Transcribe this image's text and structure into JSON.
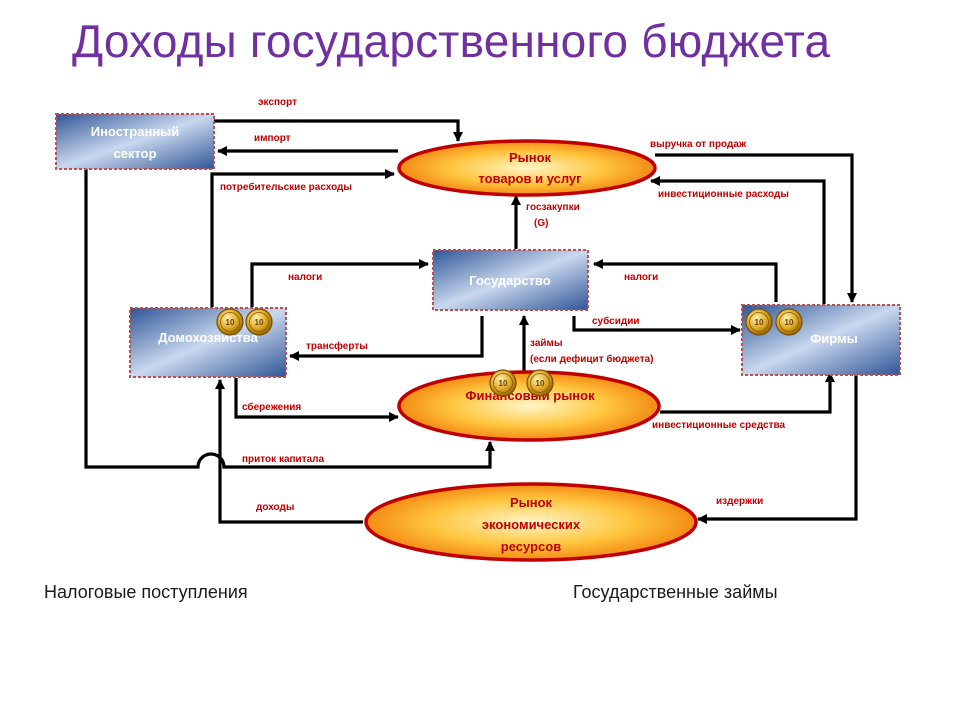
{
  "title": "Доходы государственного бюджета",
  "nodes": {
    "foreign_sector": [
      "Иностранный",
      "сектор"
    ],
    "goods_market": [
      "Рынок",
      "товаров и услуг"
    ],
    "government": "Государство",
    "households": "Домохозяйства",
    "firms": "Фирмы",
    "financial_market": "Финансовый рынок",
    "resource_market": [
      "Рынок",
      "экономических",
      "ресурсов"
    ]
  },
  "flows": {
    "export": "экспорт",
    "import": "импорт",
    "consumer_spending": "потребительские расходы",
    "sales_revenue": "выручка от продаж",
    "investment_spending": "инвестиционные расходы",
    "gov_purchases": [
      "госзакупки",
      "(G)"
    ],
    "taxes_households": "налоги",
    "taxes_firms": "налоги",
    "transfers": "трансферты",
    "subsidies": "субсидии",
    "loans": [
      "займы",
      "(если дефицит бюджета)"
    ],
    "savings": "сбережения",
    "investment_funds": "инвестиционные средства",
    "capital_inflow": "приток капитала",
    "incomes": "доходы",
    "costs": "издержки"
  },
  "coin_text": "10",
  "bottom_notes": {
    "left": "Налоговые поступления",
    "right": "Государственные займы"
  },
  "colors": {
    "title": "#7030a0",
    "flow_label": "#c00000",
    "box_border": "#c0504d",
    "ellipse_border": "#c00000",
    "ellipse_fill": "#f7941d",
    "box_fill": "#4f81bd",
    "arrow": "#000000"
  }
}
